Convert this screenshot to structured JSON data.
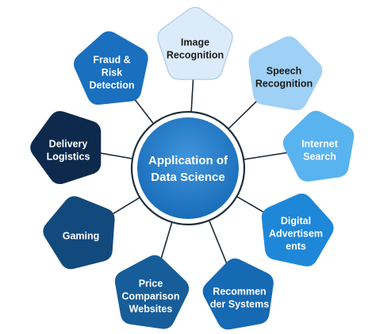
{
  "center": {
    "lines": [
      "Application of",
      "Data Science"
    ]
  },
  "nodes": [
    {
      "id": "image-recognition",
      "lines": [
        "Image",
        "Recognition"
      ],
      "fill": "#dcebf9",
      "text_color": "#1b1b1b"
    },
    {
      "id": "speech-recognition",
      "lines": [
        "Speech",
        "Recognition"
      ],
      "fill": "#9fd0f5",
      "text_color": "#1b1b1b"
    },
    {
      "id": "internet-search",
      "lines": [
        "Internet",
        "Search"
      ],
      "fill": "#59b3ee",
      "text_color": "#ffffff"
    },
    {
      "id": "digital-advertisements",
      "lines": [
        "Digital",
        "Advertisem",
        "ents"
      ],
      "fill": "#1f87d8",
      "text_color": "#ffffff"
    },
    {
      "id": "recommender-systems",
      "lines": [
        "Recommen",
        "der Systems"
      ],
      "fill": "#1669b3",
      "text_color": "#ffffff"
    },
    {
      "id": "price-comparison-websites",
      "lines": [
        "Price",
        "Comparison",
        "Websites"
      ],
      "fill": "#175d99",
      "text_color": "#ffffff"
    },
    {
      "id": "gaming",
      "lines": [
        "Gaming"
      ],
      "fill": "#134a7d",
      "text_color": "#ffffff"
    },
    {
      "id": "delivery-logistics",
      "lines": [
        "Delivery",
        "Logistics"
      ],
      "fill": "#0d2a4d",
      "text_color": "#ffffff"
    },
    {
      "id": "fraud-risk-detection",
      "lines": [
        "Fraud &",
        "Risk",
        "Detection"
      ],
      "fill": "#1a6fbe",
      "text_color": "#ffffff"
    }
  ]
}
